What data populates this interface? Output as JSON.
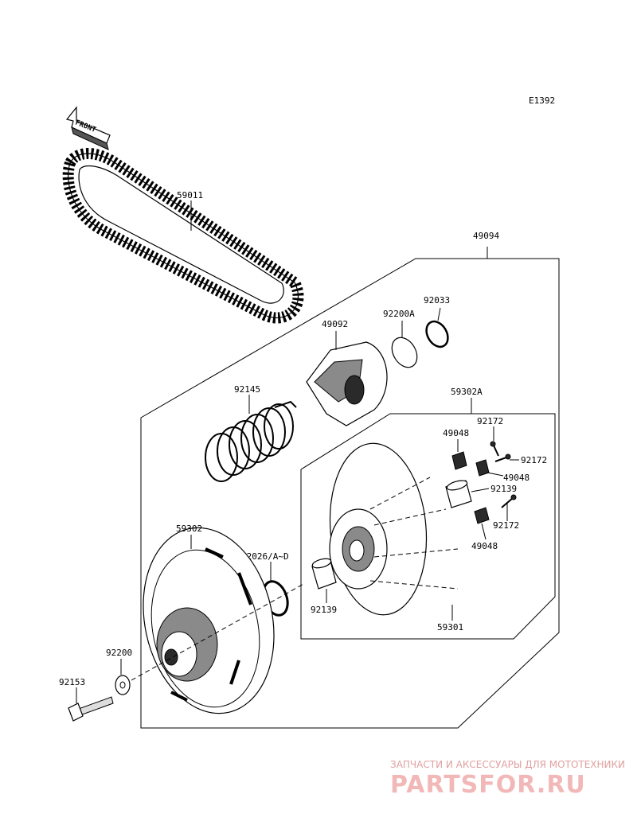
{
  "diagram_code": "E1392",
  "front_label": "FRONT",
  "parts": {
    "belt": "59011",
    "driven_pulley_assy": "49094",
    "cam": "49092",
    "spring_seat": "92200A",
    "circlip": "92033",
    "spring": "92145",
    "moveable_sheave_assy": "59302A",
    "bolt_upper": "92172",
    "bolt_mid": "92172",
    "bolt_lower": "92172",
    "weight_upper_left": "49048",
    "weight_mid": "49048",
    "weight_lower": "49048",
    "bushing_right": "92139",
    "bushing_left": "92139",
    "moveable_sheave": "59301",
    "fixed_sheave": "59302",
    "shim": "92026/A~D",
    "washer": "92200",
    "mount_bolt": "92153"
  },
  "watermark": {
    "line1": "ЗАПЧАСТИ И АКСЕССУАРЫ ДЛЯ МОТОТЕХНИКИ",
    "line2": "PARTSFOR.RU"
  }
}
